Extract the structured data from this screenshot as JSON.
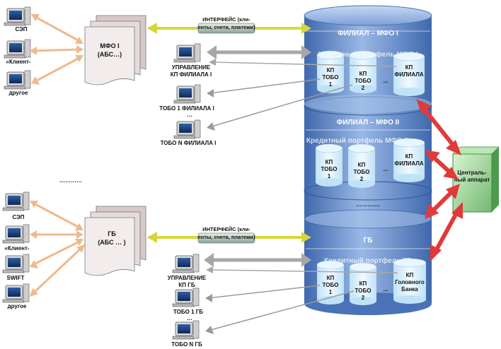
{
  "top_section": {
    "terminals": [
      "СЭП",
      "«Клиент-",
      "другое"
    ],
    "doc_label_1": "МФО  I",
    "doc_label_2": "(АБС…)",
    "interface_1": "ИНТЕРФЕЙС (кли-",
    "interface_2": "енты, счета, платежи)",
    "mgmt_1": "УПРАВЛЕНИЕ",
    "mgmt_2": "КП ФИЛИАЛА  I",
    "tobo_1": "ТОБО 1 ФИЛИАЛА I",
    "dots": "…",
    "tobo_n": "ТОБО N  ФИЛИАЛА I"
  },
  "separator": "…………",
  "bottom_section": {
    "terminals": [
      "СЭП",
      "«Клиент-",
      "SWIFT",
      "другое"
    ],
    "doc_label_1": "ГБ",
    "doc_label_2": "(АБС … )",
    "interface_1": "ИНТЕРФЕЙС (кли-",
    "interface_2": "енты, счета, платежи)",
    "mgmt_1": "УПРАВЛЕНИЕ",
    "mgmt_2": "КП ГБ",
    "tobo_1": "ТОБО 1  ГБ",
    "dots": "…",
    "tobo_n": "ТОБО N  ГБ"
  },
  "db1": {
    "title": "ФИЛИАЛ – МФО I",
    "portfolio": "Кредитный портфель МФО I",
    "kp1": [
      "КП",
      "ТОБО",
      "1"
    ],
    "kp2": [
      "КП",
      "ТОБО",
      "2"
    ],
    "ell": "...",
    "kpf": [
      "КП",
      "ФИЛИАЛА"
    ]
  },
  "db2": {
    "title": "ФИЛИАЛ – МФО II",
    "portfolio": "Кредитный портфель МФО II",
    "kp1": [
      "КП",
      "ТОБО",
      "1"
    ],
    "kp2": [
      "КП",
      "ТОБО",
      "2"
    ],
    "ell": "...",
    "kpf": [
      "КП",
      "ФИЛИАЛА"
    ]
  },
  "db_dots": "………….",
  "db3": {
    "title": "ГБ",
    "portfolio": "Кредитный портфель  ГБ",
    "kp1": [
      "КП",
      "ТОБО",
      "1"
    ],
    "kp2": [
      "КП",
      "ТОБО",
      "2"
    ],
    "ell": "...",
    "kpf": [
      "КП",
      "Головного",
      "Банка"
    ]
  },
  "central": [
    "Централь-",
    "ный аппарат"
  ],
  "colors": {
    "cylinder": "#5f86c8",
    "cylinder_light": "#a9c3ea",
    "inner": "#dcefff",
    "central": "#8fcf8f",
    "red_arrow": "#e03a3a",
    "yellow_arrow": "#d6d63a",
    "orange_arrow": "#f0b98c",
    "gray_arrow": "#a7a7a7"
  }
}
